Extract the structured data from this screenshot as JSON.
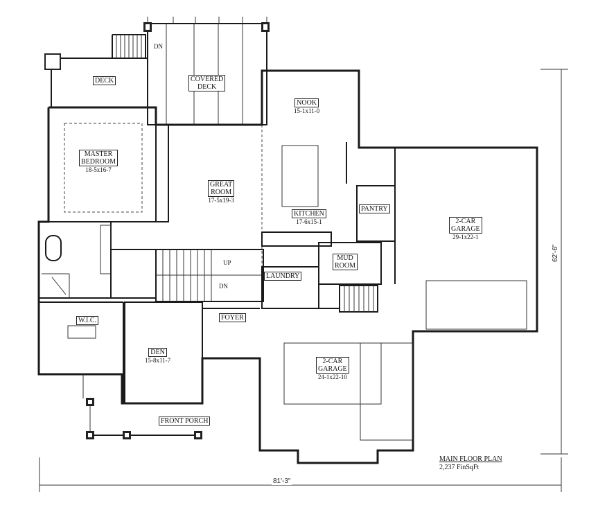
{
  "rooms": {
    "deck": {
      "name": "DECK"
    },
    "covered_deck": {
      "name": "COVERED\nDECK"
    },
    "master_bedroom": {
      "name": "MASTER\nBEDROOM",
      "dim": "18-5x16-7"
    },
    "great_room": {
      "name": "GREAT\nROOM",
      "dim": "17-5x19-3"
    },
    "nook": {
      "name": "NOOK",
      "dim": "15-1x11-0"
    },
    "kitchen": {
      "name": "KITCHEN",
      "dim": "17-6x15-1"
    },
    "pantry": {
      "name": "PANTRY"
    },
    "garage_2car_right": {
      "name": "2-CAR\nGARAGE",
      "dim": "29-1x22-1"
    },
    "mud_room": {
      "name": "MUD\nROOM"
    },
    "laundry": {
      "name": "LAUNDRY"
    },
    "wic": {
      "name": "W.I.C."
    },
    "den": {
      "name": "DEN",
      "dim": "15-8x11-7"
    },
    "foyer": {
      "name": "FOYER"
    },
    "garage_2car_center": {
      "name": "2-CAR\nGARAGE",
      "dim": "24-1x22-10"
    },
    "front_porch": {
      "name": "FRONT PORCH"
    }
  },
  "stairs": {
    "up": "UP",
    "dn": "DN",
    "deck_dn": "DN"
  },
  "dimensions": {
    "width": "81'-3\"",
    "depth": "62'-6\""
  },
  "plan_title": {
    "name": "MAIN FLOOR PLAN",
    "area": "2,237 FinSqFt"
  }
}
